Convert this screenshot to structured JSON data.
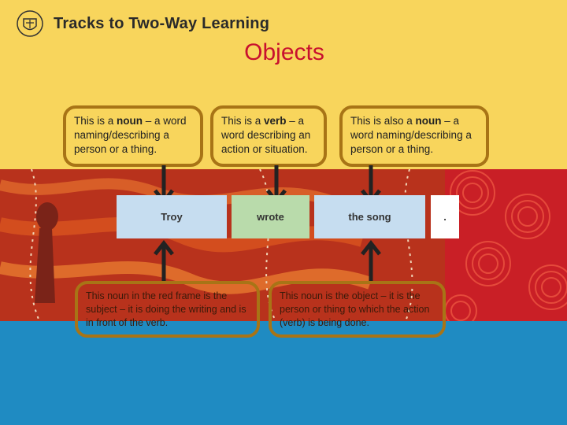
{
  "header": {
    "brand": "Tracks to Two-Way Learning",
    "crest_icon": "wa-crest-icon"
  },
  "page": {
    "title": "Objects"
  },
  "callouts": {
    "noun_top_prefix": "This is a ",
    "noun_top_bold": "noun",
    "noun_top_suffix": " – a word naming/describing a person or a thing.",
    "verb_prefix": "This is a ",
    "verb_bold": "verb",
    "verb_suffix": " – a word describing an action or situation.",
    "noun2_prefix": "This is also a ",
    "noun2_bold": "noun",
    "noun2_suffix": " – a word naming/describing a person or a thing.",
    "subject_text": "This noun in the red frame is the subject – it is doing the writing and is in front of the verb.",
    "object_text": "This noun is the object – it is the person or thing to which the action (verb) is being done."
  },
  "sentence": {
    "subject": "Troy",
    "verb": "wrote",
    "object": "the song",
    "punct": "."
  },
  "colors": {
    "subject_box": "#c6ddf0",
    "verb_box": "#b9dbab",
    "object_box": "#c6ddf0",
    "callout_border": "#a87416",
    "title": "#c8102e"
  }
}
